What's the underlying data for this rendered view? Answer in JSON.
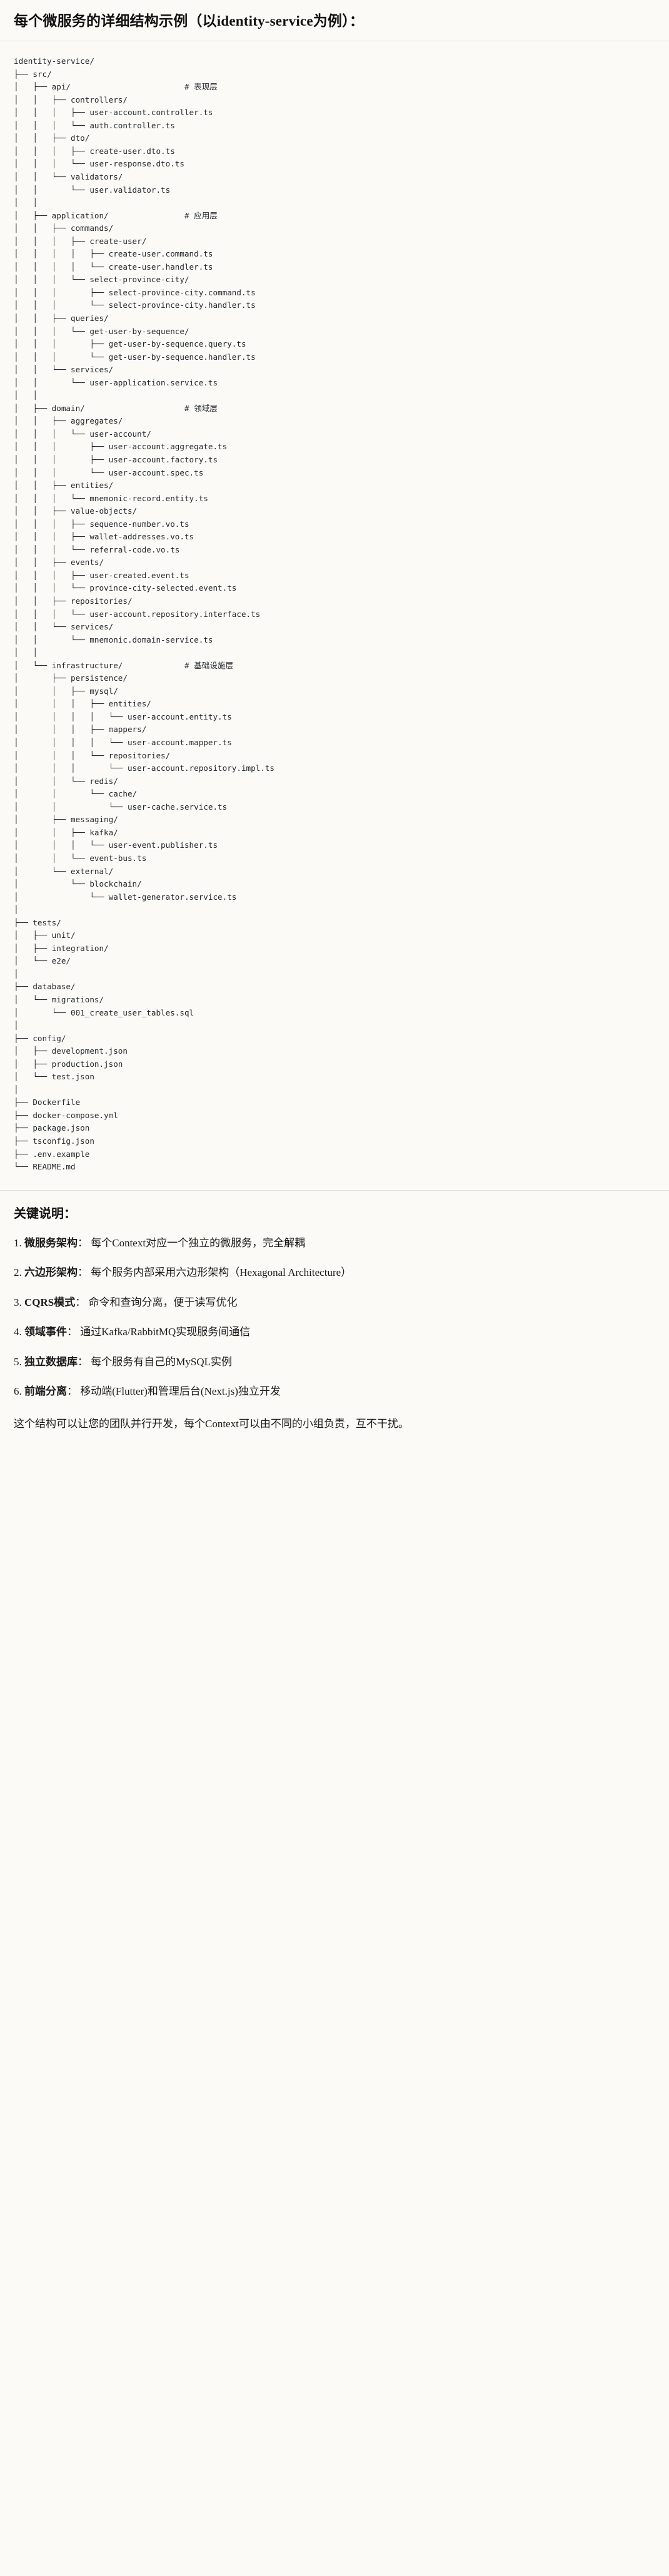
{
  "heading": "每个微服务的详细结构示例（以identity-service为例）：",
  "tree": {
    "root_label": "identity-service/",
    "comments": {
      "api": "# 表现层",
      "application": "# 应用层",
      "domain": "# 领域层",
      "infrastructure": "# 基础设施层"
    },
    "text": "identity-service/\n├── src/\n│   ├── api/                        # 表现层\n│   │   ├── controllers/\n│   │   │   ├── user-account.controller.ts\n│   │   │   └── auth.controller.ts\n│   │   ├── dto/\n│   │   │   ├── create-user.dto.ts\n│   │   │   └── user-response.dto.ts\n│   │   └── validators/\n│   │       └── user.validator.ts\n│   │\n│   ├── application/                # 应用层\n│   │   ├── commands/\n│   │   │   ├── create-user/\n│   │   │   │   ├── create-user.command.ts\n│   │   │   │   └── create-user.handler.ts\n│   │   │   └── select-province-city/\n│   │   │       ├── select-province-city.command.ts\n│   │   │       └── select-province-city.handler.ts\n│   │   ├── queries/\n│   │   │   └── get-user-by-sequence/\n│   │   │       ├── get-user-by-sequence.query.ts\n│   │   │       └── get-user-by-sequence.handler.ts\n│   │   └── services/\n│   │       └── user-application.service.ts\n│   │\n│   ├── domain/                     # 领域层\n│   │   ├── aggregates/\n│   │   │   └── user-account/\n│   │   │       ├── user-account.aggregate.ts\n│   │   │       ├── user-account.factory.ts\n│   │   │       └── user-account.spec.ts\n│   │   ├── entities/\n│   │   │   └── mnemonic-record.entity.ts\n│   │   ├── value-objects/\n│   │   │   ├── sequence-number.vo.ts\n│   │   │   ├── wallet-addresses.vo.ts\n│   │   │   └── referral-code.vo.ts\n│   │   ├── events/\n│   │   │   ├── user-created.event.ts\n│   │   │   └── province-city-selected.event.ts\n│   │   ├── repositories/\n│   │   │   └── user-account.repository.interface.ts\n│   │   └── services/\n│   │       └── mnemonic.domain-service.ts\n│   │\n│   └── infrastructure/             # 基础设施层\n│       ├── persistence/\n│       │   ├── mysql/\n│       │   │   ├── entities/\n│       │   │   │   └── user-account.entity.ts\n│       │   │   ├── mappers/\n│       │   │   │   └── user-account.mapper.ts\n│       │   │   └── repositories/\n│       │   │       └── user-account.repository.impl.ts\n│       │   └── redis/\n│       │       └── cache/\n│       │           └── user-cache.service.ts\n│       ├── messaging/\n│       │   ├── kafka/\n│       │   │   └── user-event.publisher.ts\n│       │   └── event-bus.ts\n│       └── external/\n│           └── blockchain/\n│               └── wallet-generator.service.ts\n│\n├── tests/\n│   ├── unit/\n│   ├── integration/\n│   └── e2e/\n│\n├── database/\n│   └── migrations/\n│       └── 001_create_user_tables.sql\n│\n├── config/\n│   ├── development.json\n│   ├── production.json\n│   └── test.json\n│\n├── Dockerfile\n├── docker-compose.yml\n├── package.json\n├── tsconfig.json\n├── .env.example\n└── README.md"
  },
  "notes": {
    "title": "关键说明：",
    "items": [
      {
        "num": "1.",
        "term": "微服务架构",
        "sep": "：",
        "desc": "每个Context对应一个独立的微服务，完全解耦"
      },
      {
        "num": "2.",
        "term": "六边形架构",
        "sep": "：",
        "desc": "每个服务内部采用六边形架构（Hexagonal Architecture）"
      },
      {
        "num": "3.",
        "term": "CQRS模式",
        "sep": "：",
        "desc": "命令和查询分离，便于读写优化"
      },
      {
        "num": "4.",
        "term": "领域事件",
        "sep": "：",
        "desc": "通过Kafka/RabbitMQ实现服务间通信"
      },
      {
        "num": "5.",
        "term": "独立数据库",
        "sep": "：",
        "desc": "每个服务有自己的MySQL实例"
      },
      {
        "num": "6.",
        "term": "前端分离",
        "sep": "：",
        "desc": "移动端(Flutter)和管理后台(Next.js)独立开发"
      }
    ],
    "closing": "这个结构可以让您的团队并行开发，每个Context可以由不同的小组负责，互不干扰。"
  },
  "colors": {
    "background": "#fbfaf7",
    "text": "#1a1a1a",
    "code_text": "#24292f",
    "rule": "#e2e0da"
  }
}
